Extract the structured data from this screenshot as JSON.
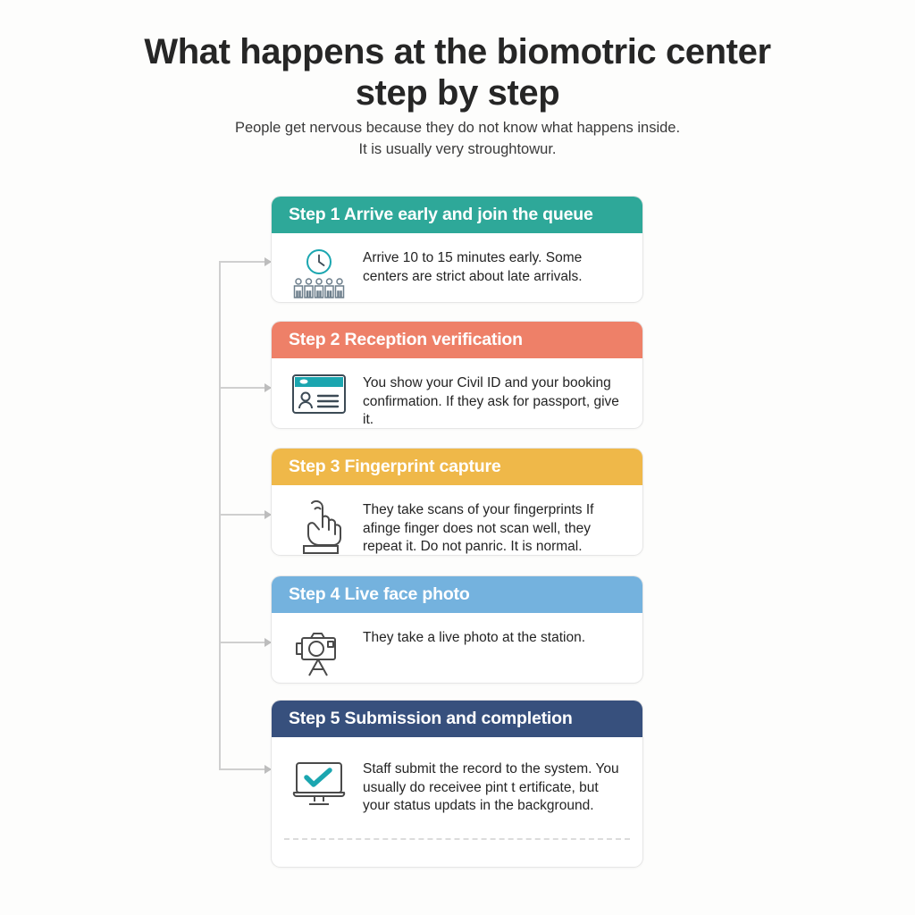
{
  "header": {
    "title_line1": "What happens at the biomotric center",
    "title_line2": "step by step",
    "subtitle_line1": "People get nervous because they do not know what happens inside.",
    "subtitle_line2": "It is usually very stroughtowur."
  },
  "colors": {
    "background": "#fdfdfc",
    "step1": "#2ea899",
    "step2": "#ee8068",
    "step3": "#efb849",
    "step4": "#74b2de",
    "step5": "#37507d",
    "connector": "#cfcfcf",
    "accent_teal": "#1ba6b0",
    "icon_gray": "#4a4a4a",
    "text": "#242424"
  },
  "steps": [
    {
      "title": "Step 1 Arrive early and join the queue",
      "text": "Arrive 10 to 15 minutes early. Some centers are strict about late arrivals.",
      "icon": "clock-and-queue-icon",
      "color": "#2ea899"
    },
    {
      "title": "Step 2 Reception verification",
      "text": "You show your Civil ID and your booking confirmation. If they ask for passport, give it.",
      "icon": "id-card-icon",
      "color": "#ee8068"
    },
    {
      "title": "Step 3 Fingerprint capture",
      "text": "They take scans of your fingerprints If afinge finger does not scan well, they  repeat it. Do not panric. It is normal.",
      "icon": "fingerprint-hand-icon",
      "color": "#efb849"
    },
    {
      "title": "Step 4 Live face photo",
      "text": "They take a live photo at the station.",
      "icon": "camera-tripod-icon",
      "color": "#74b2de"
    },
    {
      "title": "Step 5 Submission and completion",
      "text": "Staff submit the record to the system. You usually do receivee pint t ertificate, but your status updats in the background.",
      "icon": "monitor-check-icon",
      "color": "#37507d"
    }
  ]
}
